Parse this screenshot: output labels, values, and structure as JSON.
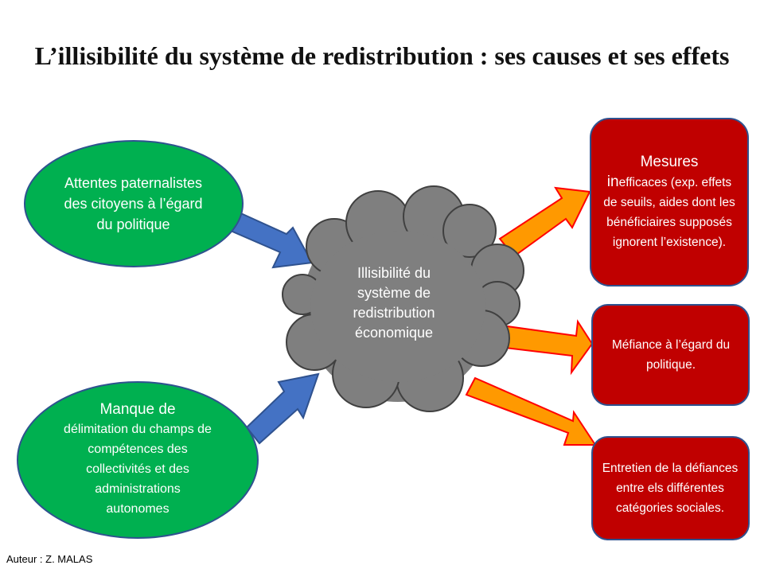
{
  "title": "L’illisibilité du système de redistribution : ses causes et ses effets",
  "causes": {
    "cause_1": "Attentes paternalistes des citoyens à l’égard du politique",
    "cause_2_lead": "Manque de",
    "cause_2_rest": "délimitation du champs de compétences des collectivités et des administrations autonomes"
  },
  "center": {
    "label": "Illisibilité du système de redistribution économique"
  },
  "effects": {
    "effect_1_lead": "Mesures",
    "effect_1_in": "in",
    "effect_1_rest": "efficaces (exp. effets de seuils, aides dont les bénéficiaires supposés ignorent l’existence).",
    "effect_2": "Méfiance à l’égard du politique.",
    "effect_3": "Entretien de la défiances entre els différentes catégories sociales."
  },
  "author": "Auteur : Z. MALAS",
  "colors": {
    "cause_fill": "#00B050",
    "cause_stroke": "#2F528F",
    "center_fill": "#7F7F7F",
    "effect_fill": "#C00000",
    "cause_arrow": "#4472C4",
    "effect_arrow": "#FF9900",
    "effect_arrow_stroke": "#FF0000"
  }
}
